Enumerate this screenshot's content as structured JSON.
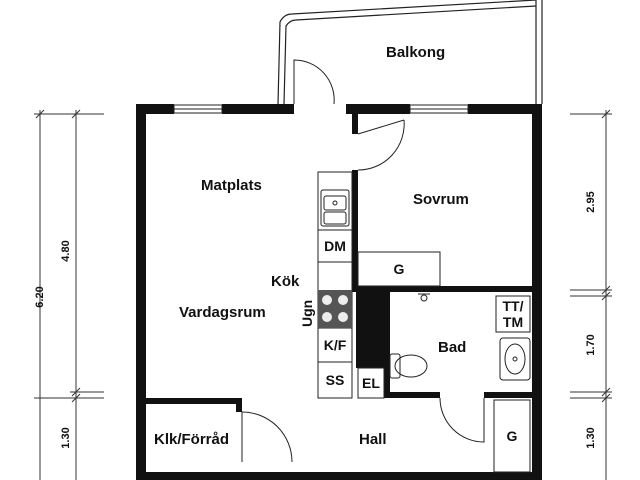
{
  "rooms": {
    "balcony": "Balkong",
    "dining": "Matplats",
    "bedroom": "Sovrum",
    "kitchen": "Kök",
    "living": "Vardagsrum",
    "bath": "Bad",
    "storage": "Klk/Förråd",
    "hall": "Hall"
  },
  "fixtures": {
    "dishwasher": "DM",
    "oven": "Ugn",
    "fridge_freezer": "K/F",
    "wardrobe_bedroom": "G",
    "dryer_washer_line1": "TT/",
    "dryer_washer_line2": "TM",
    "electrical": "EL",
    "storage_cabinet": "SS",
    "wardrobe_hall": "G"
  },
  "dimensions": {
    "left_total": "6.20",
    "left_upper": "4.80",
    "left_lower": "1.30",
    "right_upper": "2.95",
    "right_middle": "1.70",
    "right_lower": "1.30"
  }
}
